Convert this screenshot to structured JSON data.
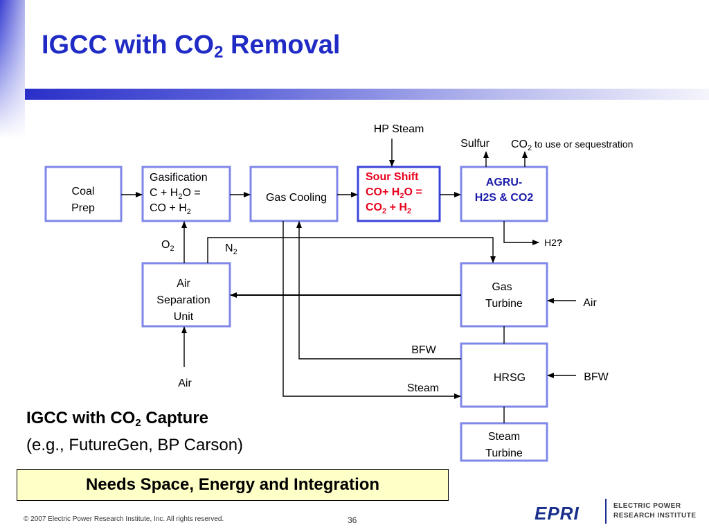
{
  "slide": {
    "title_prefix": "IGCC with CO",
    "title_sub": "2",
    "title_suffix": " Removal",
    "page_number": "36",
    "copyright": "© 2007 Electric Power Research Institute, Inc. All rights reserved.",
    "colors": {
      "title": "#1f2bc4",
      "box_border": "#7f87e8",
      "sour_shift_border": "#3b44d9",
      "sour_shift_text": "#e8001c",
      "agru_text": "#1a1aa8",
      "banner_bg": "#ffffc8"
    }
  },
  "boxes": {
    "coal_prep": {
      "line1": "Coal",
      "line2": "Prep"
    },
    "gasification": {
      "line1": "Gasification",
      "line2a": "C + H",
      "line2b": "2",
      "line2c": "O =",
      "line3a": "CO + H",
      "line3b": "2"
    },
    "gas_cooling": {
      "label": "Gas Cooling"
    },
    "sour_shift": {
      "line1": "Sour Shift",
      "line2a": "CO+ H",
      "line2b": "2",
      "line2c": "O =",
      "line3a": "CO",
      "line3b": "2",
      "line3c": " + H",
      "line3d": "2"
    },
    "agru": {
      "line1": "AGRU-",
      "line2": "H2S & CO2"
    },
    "asu": {
      "line1": "Air",
      "line2": "Separation",
      "line3": "Unit"
    },
    "gas_turbine": {
      "line1": "Gas",
      "line2": "Turbine"
    },
    "hrsg": {
      "label": "HRSG"
    },
    "steam_turbine": {
      "line1": "Steam",
      "line2": "Turbine"
    }
  },
  "labels": {
    "hp_steam": "HP Steam",
    "sulfur": "Sulfur",
    "co2_main": "CO",
    "co2_sub": "2",
    "co2_rest": " to use or sequestration",
    "h2": "H2",
    "h2_q": "?",
    "o2_main": "O",
    "o2_sub": "2",
    "n2_main": "N",
    "n2_sub": "2",
    "air_asu": "Air",
    "air_gt": "Air",
    "bfw_left": "BFW",
    "bfw_right": "BFW",
    "steam": "Steam"
  },
  "capture": {
    "line1_prefix": "IGCC with CO",
    "line1_sub": "2",
    "line1_suffix": " Capture",
    "line2": "(e.g., FutureGen, BP Carson)"
  },
  "banner": {
    "text": "Needs Space, Energy and Integration"
  },
  "logo": {
    "mark": "EPRI",
    "line1": "ELECTRIC POWER",
    "line2": "RESEARCH INSTITUTE"
  }
}
